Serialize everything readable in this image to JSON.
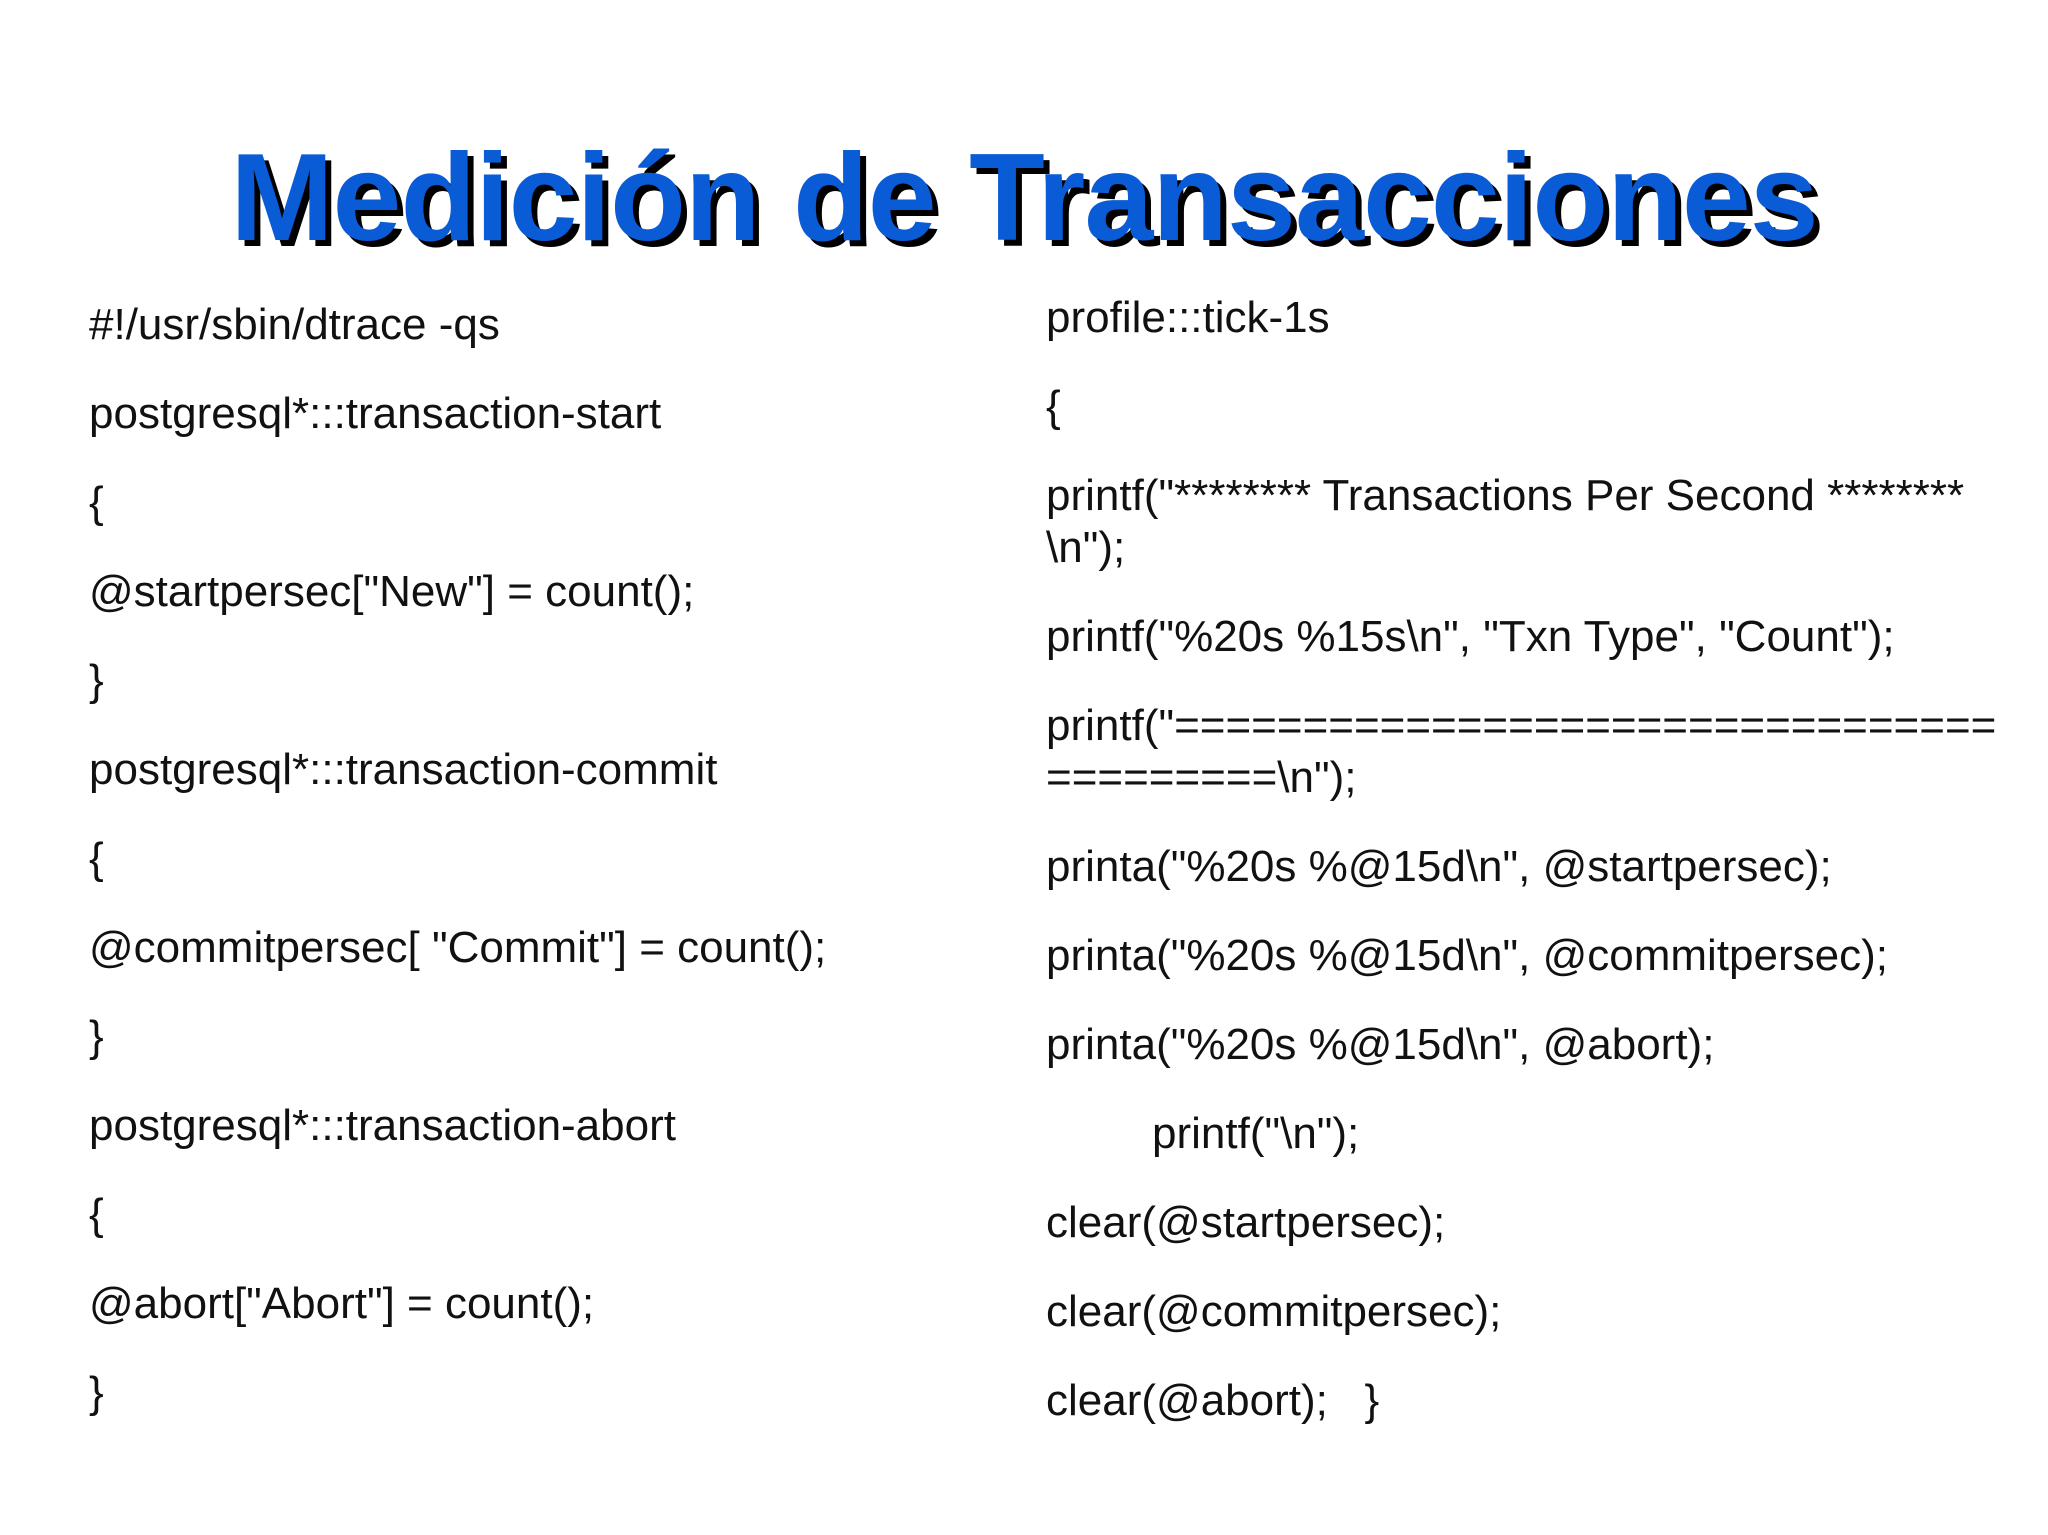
{
  "slide": {
    "title": "Medición de Transacciones",
    "colors": {
      "title": "#0a5bd6",
      "title_shadow": "#000000",
      "text": "#111111",
      "background": "#ffffff"
    },
    "left_code": [
      "#!/usr/sbin/dtrace -qs",
      "postgresql*:::transaction-start",
      "{",
      "@startpersec[\"New\"] = count();",
      "}",
      "postgresql*:::transaction-commit",
      "{",
      "@commitpersec[ \"Commit\"] = count();",
      "}",
      "postgresql*:::transaction-abort",
      "{",
      "@abort[\"Abort\"] = count();",
      "}"
    ],
    "right_code": [
      "profile:::tick-1s",
      "{",
      "printf(\"******** Transactions Per Second ********\\n\");",
      "printf(\"%20s %15s\\n\", \"Txn Type\", \"Count\");",
      "printf(\"=========================================\\n\");",
      "printa(\"%20s %@15d\\n\", @startpersec);",
      "printa(\"%20s %@15d\\n\", @commitpersec);",
      "printa(\"%20s %@15d\\n\", @abort);",
      "printf(\"\\n\");",
      "clear(@startpersec);",
      "clear(@commitpersec);",
      "clear(@abort);   }"
    ]
  }
}
